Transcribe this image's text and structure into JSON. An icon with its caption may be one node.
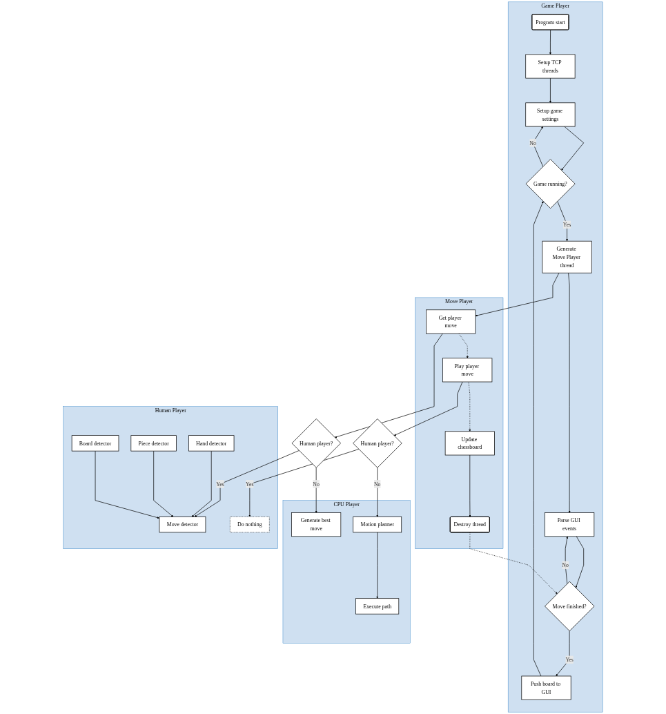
{
  "diagram": {
    "nodes": [
      {
        "text": [
          "Game Player"
        ]
      },
      {
        "text": [
          "Program start"
        ],
        "in": 0
      },
      {
        "text": [
          "Setup TCP threads"
        ],
        "in": 0
      },
      {
        "text": [
          "Setup game settings"
        ],
        "in": 0
      },
      {
        "text": [
          "Game running?"
        ],
        "in": 0
      },
      {
        "text": [
          "Generate Move Player thread"
        ],
        "in": 0
      },
      {
        "text": [
          "Parse GUI events"
        ],
        "in": 0
      },
      {
        "text": [
          "Move finished?"
        ],
        "in": 0
      },
      {
        "text": [
          "Push board to GUI"
        ],
        "in": 0
      },
      {
        "text": [
          "Move Player"
        ]
      },
      {
        "text": [
          "Get player move"
        ],
        "in": 9
      },
      {
        "text": [
          "Play player move"
        ],
        "in": 9
      },
      {
        "text": [
          "Update chessboard"
        ],
        "in": 9
      },
      {
        "text": [
          "Destroy thread"
        ],
        "in": 9
      },
      {
        "text": [
          "Human player?"
        ]
      },
      {
        "text": [
          "Human player?"
        ]
      },
      {
        "text": [
          "Human Player"
        ]
      },
      {
        "text": [
          "Move detector"
        ],
        "in": 16
      },
      {
        "text": [
          "Do nothing"
        ],
        "in": 16
      },
      {
        "text": [
          "Board detector"
        ],
        "in": 16
      },
      {
        "text": [
          "Piece detector"
        ],
        "in": 16
      },
      {
        "text": [
          "Hand detector"
        ],
        "in": 16
      },
      {
        "text": [
          "CPU Player"
        ]
      },
      {
        "text": [
          "Generate best move"
        ],
        "in": 22
      },
      {
        "text": [
          "Motion planner"
        ],
        "in": 22
      },
      {
        "text": [
          "Execute path"
        ],
        "in": 22
      }
    ],
    "edges": [
      {
        "from": 1,
        "to": 2,
        "arrow": "to"
      },
      {
        "from": 2,
        "to": 3,
        "arrow": "to"
      },
      {
        "from": 3,
        "to": 4,
        "arrow": "to"
      },
      {
        "from": 4,
        "to": 3,
        "arrow": "to",
        "label": "No"
      },
      {
        "from": 4,
        "to": 5,
        "arrow": "to",
        "label": "Yes"
      },
      {
        "from": 5,
        "to": 6,
        "arrow": "to"
      },
      {
        "from": 6,
        "to": 7,
        "arrow": "to"
      },
      {
        "from": 7,
        "to": 8,
        "arrow": "to",
        "label": "Yes"
      },
      {
        "from": 7,
        "to": 6,
        "arrow": "to",
        "label": "No"
      },
      {
        "from": 8,
        "to": 4,
        "arrow": "to"
      },
      {
        "from": 5,
        "to": 10,
        "arrow": "to"
      },
      {
        "from": 10,
        "to": 11,
        "arrow": "to",
        "style": "dashed"
      },
      {
        "from": 11,
        "to": 12,
        "arrow": "to",
        "style": "dashed"
      },
      {
        "from": 12,
        "to": 13,
        "arrow": "to"
      },
      {
        "from": 13,
        "to": 7,
        "arrow": "to",
        "style": "dashed"
      },
      {
        "from": 10,
        "to": 14,
        "arrow": "to"
      },
      {
        "from": 11,
        "to": 15,
        "arrow": "to"
      },
      {
        "from": 14,
        "to": 17,
        "arrow": "to",
        "label": "Yes"
      },
      {
        "from": 14,
        "to": 23,
        "arrow": "to",
        "label": "No"
      },
      {
        "from": 15,
        "to": 18,
        "arrow": "to",
        "label": "Yes"
      },
      {
        "from": 15,
        "to": 24,
        "arrow": "to",
        "label": "No"
      },
      {
        "from": 19,
        "to": 17,
        "arrow": "to"
      },
      {
        "from": 20,
        "to": 17,
        "arrow": "to"
      },
      {
        "from": 21,
        "to": 17,
        "arrow": "to"
      },
      {
        "from": 24,
        "to": 25,
        "arrow": "to"
      }
    ]
  }
}
